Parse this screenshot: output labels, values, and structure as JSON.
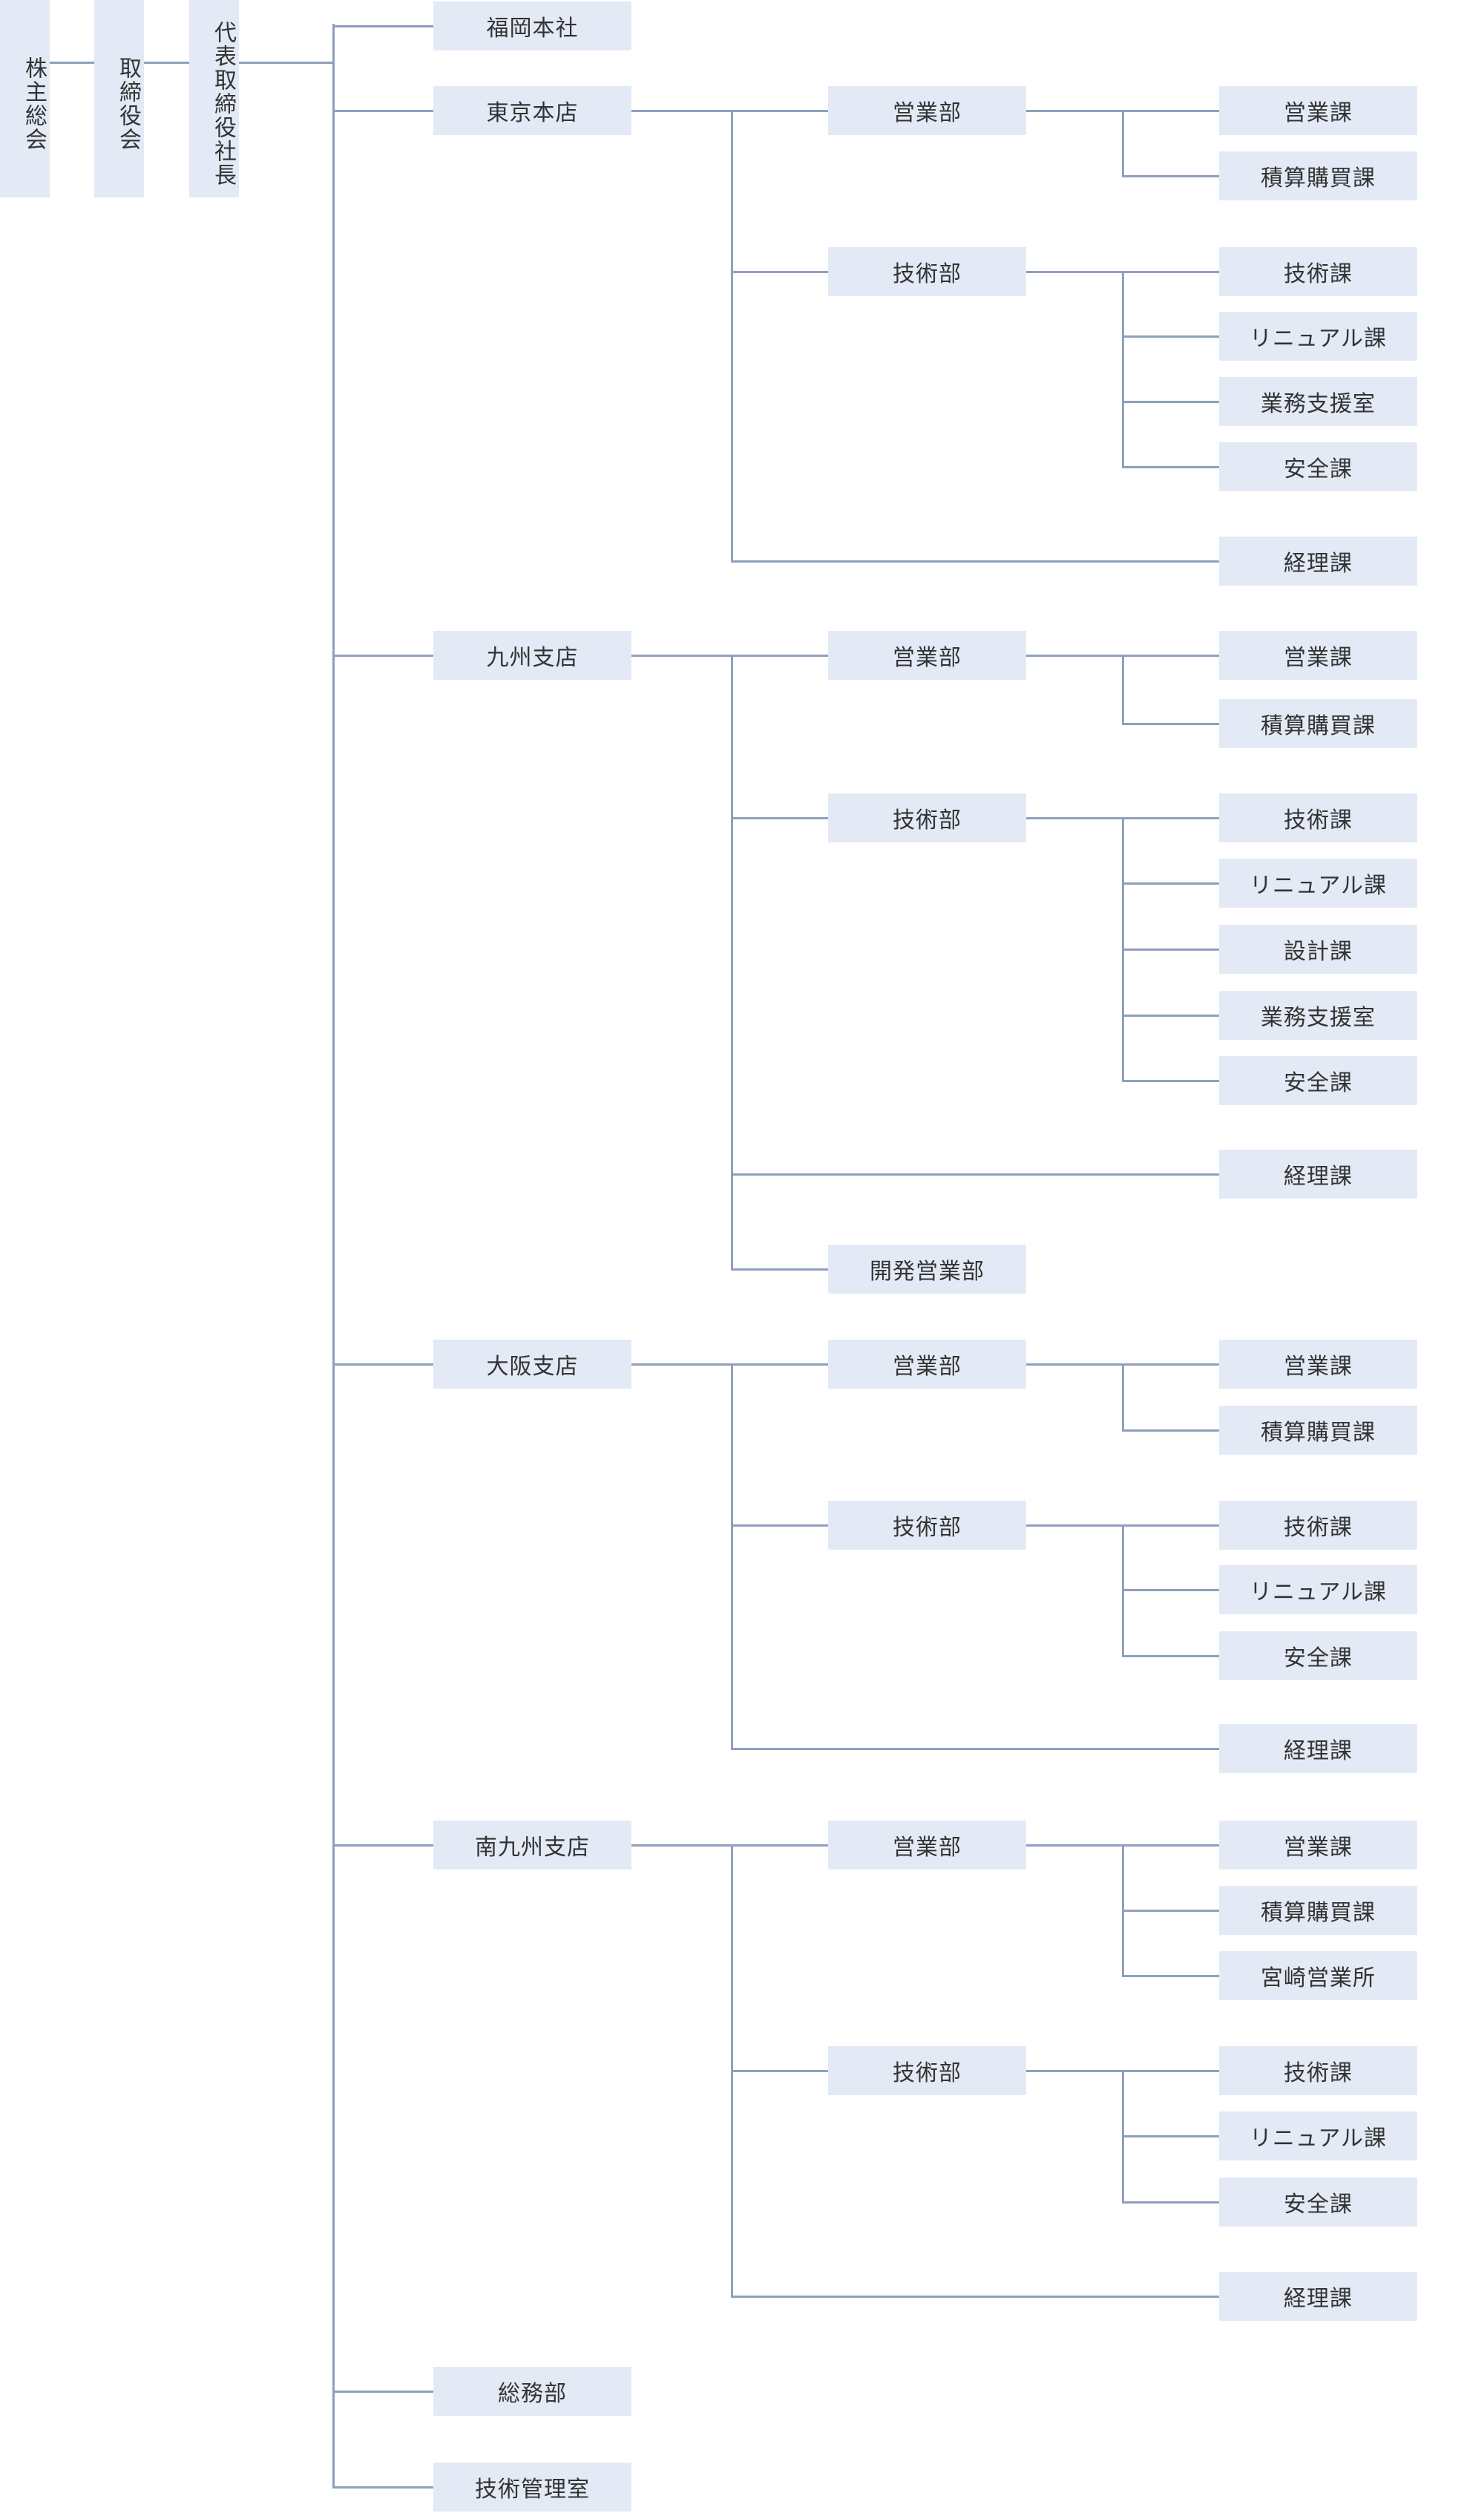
{
  "top": {
    "shareholders": "株主総会",
    "board": "取締役会",
    "president": "代表取締役社長"
  },
  "units": [
    {
      "id": "fukuoka",
      "label": "福岡本社",
      "children": []
    },
    {
      "id": "tokyo",
      "label": "東京本店",
      "children": [
        {
          "label": "営業部",
          "children": [
            "営業課",
            "積算購買課"
          ]
        },
        {
          "label": "技術部",
          "children": [
            "技術課",
            "リニュアル課",
            "業務支援室",
            "安全課"
          ]
        },
        {
          "label": "経理課",
          "leaf": true
        }
      ]
    },
    {
      "id": "kyushu",
      "label": "九州支店",
      "children": [
        {
          "label": "営業部",
          "children": [
            "営業課",
            "積算購買課"
          ]
        },
        {
          "label": "技術部",
          "children": [
            "技術課",
            "リニュアル課",
            "設計課",
            "業務支援室",
            "安全課"
          ]
        },
        {
          "label": "経理課",
          "leaf": true
        },
        {
          "label": "開発営業部",
          "dept_leaf": true
        }
      ]
    },
    {
      "id": "osaka",
      "label": "大阪支店",
      "children": [
        {
          "label": "営業部",
          "children": [
            "営業課",
            "積算購買課"
          ]
        },
        {
          "label": "技術部",
          "children": [
            "技術課",
            "リニュアル課",
            "安全課"
          ]
        },
        {
          "label": "経理課",
          "leaf": true
        }
      ]
    },
    {
      "id": "minamikyushu",
      "label": "南九州支店",
      "children": [
        {
          "label": "営業部",
          "children": [
            "営業課",
            "積算購買課",
            "宮崎営業所"
          ]
        },
        {
          "label": "技術部",
          "children": [
            "技術課",
            "リニュアル課",
            "安全課"
          ]
        },
        {
          "label": "経理課",
          "leaf": true
        }
      ]
    },
    {
      "id": "soumu",
      "label": "総務部",
      "children": []
    },
    {
      "id": "gijutsukanri",
      "label": "技術管理室",
      "children": []
    }
  ],
  "colors": {
    "box": "#e3eaf6",
    "line": "#8fa0bd",
    "text": "#333333"
  }
}
